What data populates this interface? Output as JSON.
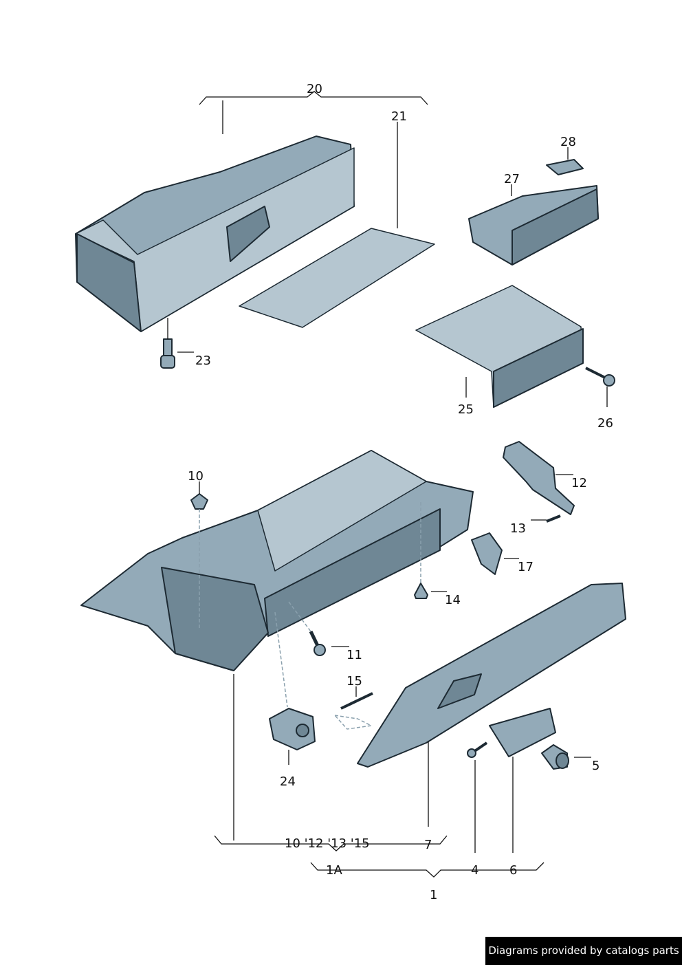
{
  "diagram": {
    "callouts": {
      "p20": "20",
      "p21": "21",
      "p28": "28",
      "p27": "27",
      "p23": "23",
      "p25": "25",
      "p26": "26",
      "p10": "10",
      "p12": "12",
      "p13": "13",
      "p17": "17",
      "p14": "14",
      "p11": "11",
      "p15": "15",
      "p5": "5",
      "p24": "24",
      "p7": "7",
      "p1A": "1A",
      "p4": "4",
      "p6": "6",
      "p1": "1"
    },
    "group_labels": {
      "g1A_sub": "10 '12 '13 '15"
    },
    "colors": {
      "part_fill": "#93aab8",
      "outline": "#1d2a33"
    }
  },
  "footer": {
    "credit": "Diagrams provided by catalogs parts"
  }
}
